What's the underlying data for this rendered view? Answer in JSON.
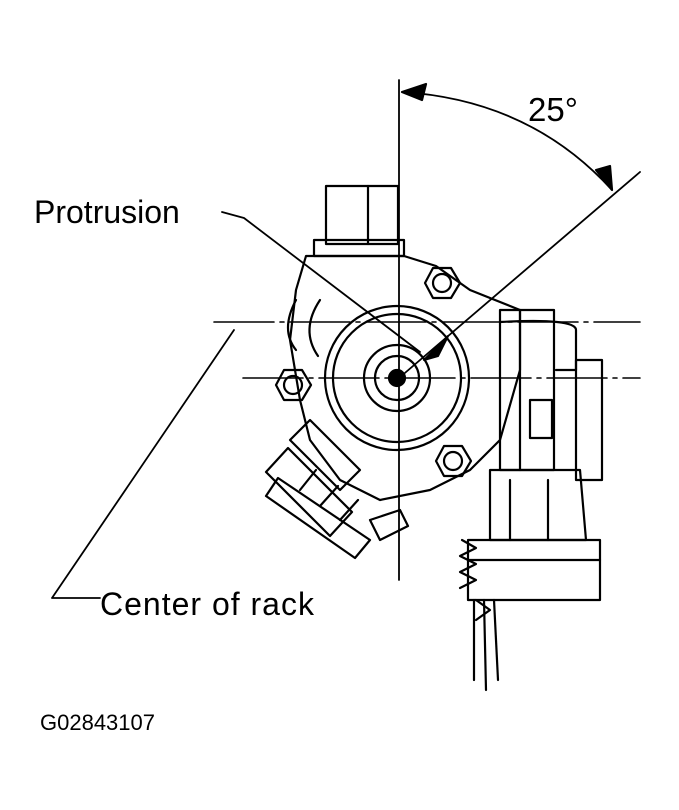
{
  "figure": {
    "angle_label": "25°",
    "protrusion_label": "Protrusion",
    "center_label": "Center of rack",
    "figure_id": "G02843107"
  },
  "colors": {
    "line": "#000000",
    "background": "#ffffff"
  }
}
